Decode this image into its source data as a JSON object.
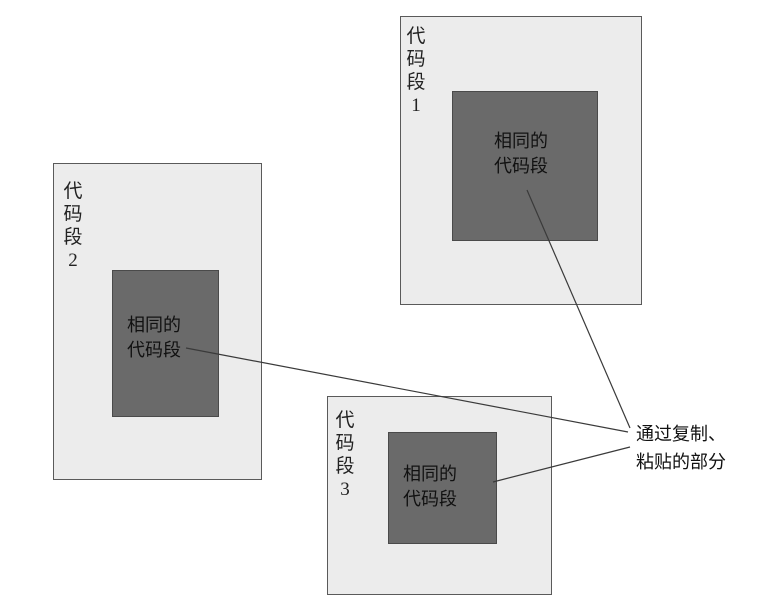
{
  "diagram": {
    "type": "code-clone-illustration",
    "segments": [
      {
        "id": "1",
        "label_chars": [
          "代",
          "码",
          "段"
        ],
        "number": "1",
        "duplicate_block": {
          "line1": "相同的",
          "line2": "代码段"
        }
      },
      {
        "id": "2",
        "label_chars": [
          "代",
          "码",
          "段"
        ],
        "number": "2",
        "duplicate_block": {
          "line1": "相同的",
          "line2": "代码段"
        }
      },
      {
        "id": "3",
        "label_chars": [
          "代",
          "码",
          "段"
        ],
        "number": "3",
        "duplicate_block": {
          "line1": "相同的",
          "line2": "代码段"
        }
      }
    ],
    "annotation": {
      "line1": "通过复制、",
      "line2": "粘贴的部分"
    },
    "connectors": [
      {
        "from": "segment-1-duplicate",
        "to": "annotation"
      },
      {
        "from": "segment-2-duplicate",
        "to": "annotation"
      },
      {
        "from": "segment-3-duplicate",
        "to": "annotation"
      }
    ],
    "colors": {
      "segment_fill": "#ececec",
      "segment_border": "#5a5a5a",
      "duplicate_fill": "#6a6a6a",
      "connector": "#3a3a3a",
      "text": "#111111"
    }
  }
}
